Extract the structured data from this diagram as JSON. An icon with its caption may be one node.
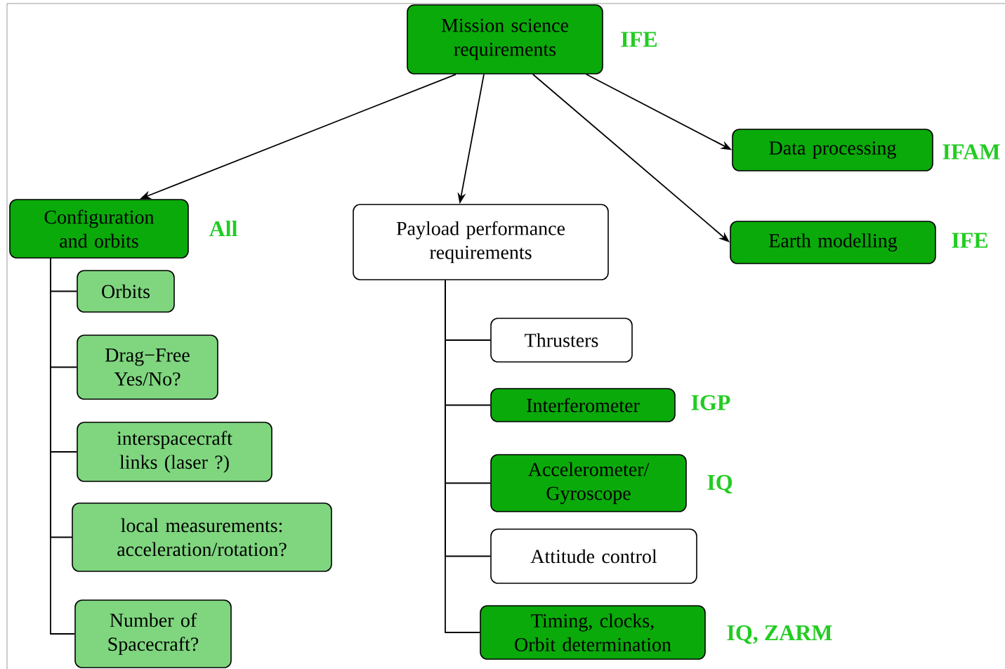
{
  "diagram": {
    "nodes": [
      {
        "text": [
          "Mission science requirements"
        ],
        "beside": [
          "IFE"
        ]
      },
      {
        "text": [
          "Configuration and orbits"
        ],
        "beside": [
          "All"
        ]
      },
      {
        "text": [
          "Payload performance requirements"
        ]
      },
      {
        "text": [
          "Data processing"
        ],
        "beside": [
          "IFAM"
        ]
      },
      {
        "text": [
          "Earth  modelling"
        ],
        "beside": [
          "IFE"
        ]
      },
      {
        "text": [
          "Orbits"
        ]
      },
      {
        "text": [
          "Drag−Free Yes/No?"
        ]
      },
      {
        "text": [
          "interspacecraft links (laser ?)"
        ]
      },
      {
        "text": [
          "local measurements: acceleration/rotation?"
        ]
      },
      {
        "text": [
          "Number of Spacecraft?"
        ]
      },
      {
        "text": [
          "Thrusters"
        ]
      },
      {
        "text": [
          "Interferometer"
        ],
        "beside": [
          "IGP"
        ]
      },
      {
        "text": [
          "Accelerometer/ Gyroscope"
        ],
        "beside": [
          "IQ"
        ]
      },
      {
        "text": [
          "Attitude control"
        ]
      },
      {
        "text": [
          "Timing, clocks, Orbit determination"
        ],
        "beside": [
          "IQ, ZARM"
        ]
      }
    ],
    "edges": [
      {
        "from": 0,
        "to": 1,
        "arrow": "to"
      },
      {
        "from": 0,
        "to": 2,
        "arrow": "to"
      },
      {
        "from": 0,
        "to": 3,
        "arrow": "to"
      },
      {
        "from": 0,
        "to": 4,
        "arrow": "to"
      },
      {
        "from": 1,
        "to": 5,
        "arrow": "none"
      },
      {
        "from": 1,
        "to": 6,
        "arrow": "none"
      },
      {
        "from": 1,
        "to": 7,
        "arrow": "none"
      },
      {
        "from": 1,
        "to": 8,
        "arrow": "none"
      },
      {
        "from": 1,
        "to": 9,
        "arrow": "none"
      },
      {
        "from": 2,
        "to": 10,
        "arrow": "none"
      },
      {
        "from": 2,
        "to": 11,
        "arrow": "none"
      },
      {
        "from": 2,
        "to": 12,
        "arrow": "none"
      },
      {
        "from": 2,
        "to": 13,
        "arrow": "none"
      },
      {
        "from": 2,
        "to": 14,
        "arrow": "none"
      }
    ]
  }
}
